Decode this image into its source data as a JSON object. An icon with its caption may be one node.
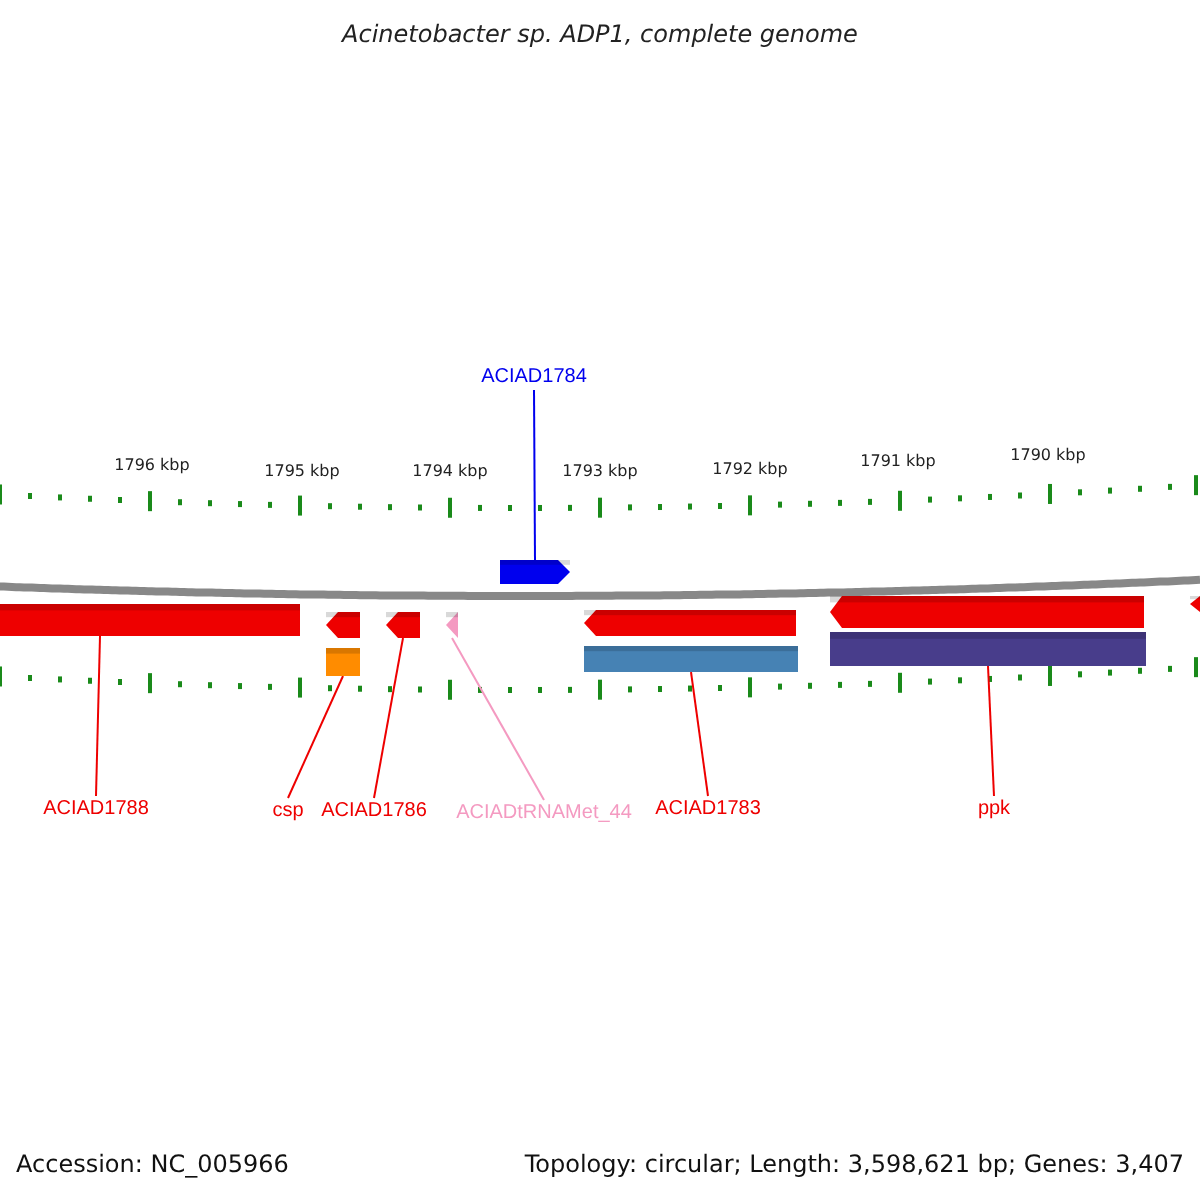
{
  "diagram": {
    "title": "Acinetobacter sp. ADP1, complete genome",
    "nodes": [
      {
        "text": [
          "ACIAD1784"
        ]
      },
      {
        "text": [],
        "shape": "arrow"
      },
      {
        "text": [
          "ACIAD1788"
        ]
      },
      {
        "text": [],
        "shape": "bar"
      },
      {
        "text": [
          "csp"
        ]
      },
      {
        "text": [],
        "shape": "arrow"
      },
      {
        "text": [],
        "shape": "bar"
      },
      {
        "text": [
          "ACIAD1786"
        ]
      },
      {
        "text": [],
        "shape": "arrow"
      },
      {
        "text": [
          "ACIADtRNAMet_44"
        ]
      },
      {
        "text": [],
        "shape": "arrow"
      },
      {
        "text": [
          "ACIAD1783"
        ]
      },
      {
        "text": [],
        "shape": "arrow"
      },
      {
        "text": [],
        "shape": "bar"
      },
      {
        "text": [
          "ppk"
        ]
      },
      {
        "text": [],
        "shape": "arrow"
      },
      {
        "text": [],
        "shape": "bar"
      },
      {
        "text": [],
        "shape": "arrow"
      }
    ],
    "edges": [
      {
        "from": 0,
        "to": 1,
        "arrow": "none",
        "color": "#0000ee"
      },
      {
        "from": 2,
        "to": 3,
        "arrow": "none"
      },
      {
        "from": 4,
        "to": 6,
        "arrow": "none"
      },
      {
        "from": 7,
        "to": 8,
        "arrow": "none"
      },
      {
        "from": 9,
        "to": 10,
        "arrow": "none",
        "color": "#f49ac1"
      },
      {
        "from": 11,
        "to": 13,
        "arrow": "none"
      },
      {
        "from": 14,
        "to": 16,
        "arrow": "none"
      }
    ],
    "labels": [
      "1796 kbp",
      "1795 kbp",
      "1794 kbp",
      "1793 kbp",
      "1792 kbp",
      "1791 kbp",
      "1790 kbp",
      "Accession: NC_005966",
      "Topology: circular; Length: 3,598,621 bp; Genes: 3,407"
    ]
  }
}
